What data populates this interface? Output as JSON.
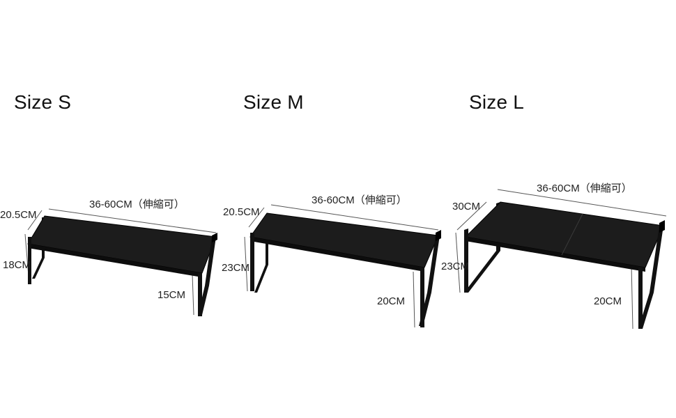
{
  "sizes": [
    {
      "title": "Size S",
      "width_label": "36-60CM（伸縮可）",
      "depth_label": "20.5CM",
      "left_height_label": "18CM",
      "right_height_label": "15CM"
    },
    {
      "title": "Size M",
      "width_label": "36-60CM（伸縮可）",
      "depth_label": "20.5CM",
      "left_height_label": "23CM",
      "right_height_label": "20CM"
    },
    {
      "title": "Size L",
      "width_label": "36-60CM（伸縮可）",
      "depth_label": "30CM",
      "left_height_label": "23CM",
      "right_height_label": "20CM"
    }
  ],
  "colors": {
    "shelf_fill": "#1c1c1c",
    "shelf_edge": "#000000",
    "dimension_line": "#555555",
    "background": "#ffffff"
  }
}
